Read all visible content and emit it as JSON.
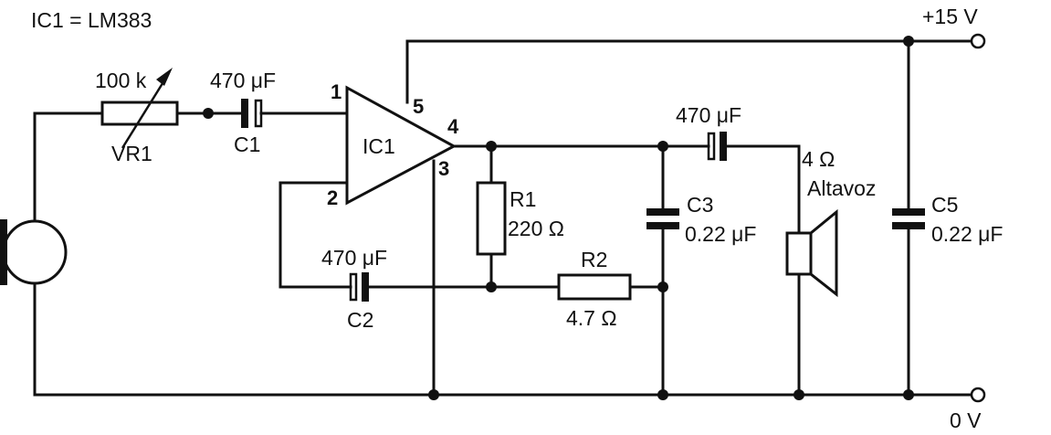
{
  "labels": {
    "ic_note": "IC1 = LM383",
    "supply": "+15 V",
    "ground": "0 V"
  },
  "components": {
    "vr1": {
      "ref": "VR1",
      "value": "100 k"
    },
    "c1": {
      "ref": "C1",
      "value": "470 μF"
    },
    "c2": {
      "ref": "C2",
      "value": "470 μF"
    },
    "c3": {
      "ref": "C3",
      "value": "0.22 μF"
    },
    "c4": {
      "value": "470 μF"
    },
    "c5": {
      "ref": "C5",
      "value": "0.22 μF"
    },
    "r1": {
      "ref": "R1",
      "value": "220 Ω"
    },
    "r2": {
      "ref": "R2",
      "value": "4.7 Ω"
    },
    "ic1": {
      "ref": "IC1",
      "pins": {
        "p1": "1",
        "p2": "2",
        "p3": "3",
        "p4": "4",
        "p5": "5"
      }
    },
    "speaker": {
      "impedance": "4 Ω",
      "label": "Altavoz"
    }
  },
  "colors": {
    "ink": "#111111",
    "background": "#ffffff"
  }
}
